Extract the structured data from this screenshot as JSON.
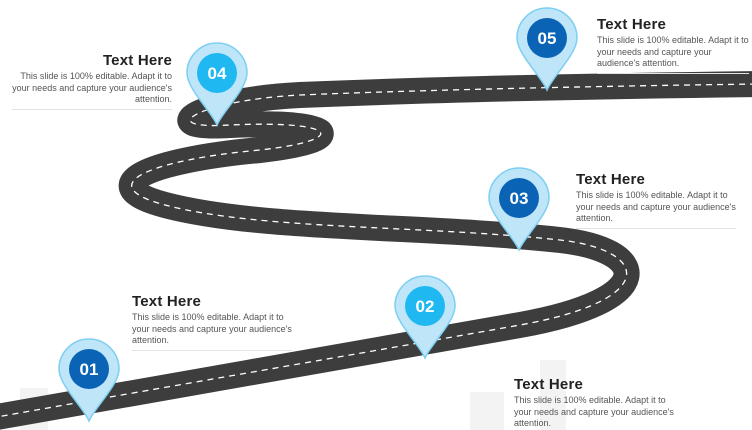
{
  "steps": [
    {
      "number": "01",
      "title": "Text Here",
      "body": "This slide is 100% editable. Adapt it to your needs and capture your audience's attention."
    },
    {
      "number": "02",
      "title": "Text Here",
      "body": "This slide is 100% editable. Adapt it to your needs and capture your audience's attention."
    },
    {
      "number": "03",
      "title": "Text Here",
      "body": "This slide is 100% editable. Adapt it to your needs and capture your audience's attention."
    },
    {
      "number": "04",
      "title": "Text Here",
      "body": "This slide is 100% editable. Adapt it to your needs and capture your audience's attention."
    },
    {
      "number": "05",
      "title": "Text Here",
      "body": "This slide is 100% editable. Adapt it to your needs and capture your audience's attention."
    }
  ],
  "colors": {
    "road": "#3d3d3d",
    "road_edge": "#2e2e2e",
    "lane": "#ffffff",
    "pin_outer": "#bfe6f8",
    "pin_outer_stroke": "#7ccff2",
    "pin_inner_dark": "#0a63b5",
    "pin_inner_light": "#1fb8f0"
  },
  "icons": {
    "pin": "map-pin-icon",
    "road": "winding-road"
  }
}
